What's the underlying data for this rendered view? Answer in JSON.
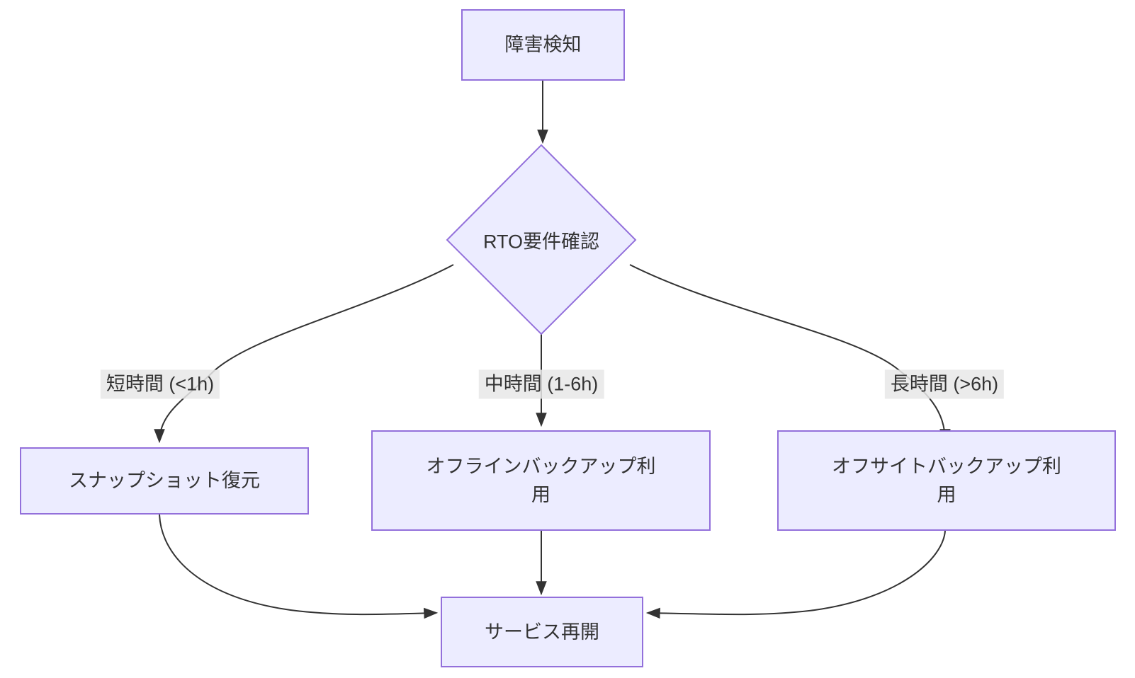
{
  "diagram": {
    "type": "flowchart",
    "direction": "top-down",
    "theme": {
      "background": "#ffffff",
      "node_fill": "#ECECFF",
      "node_border": "#9370DB",
      "edge_color": "#333333",
      "edge_label_background": "#e8e8e8",
      "text_color": "#333333"
    },
    "nodes": {
      "fault_detection": {
        "shape": "rect",
        "label": "障害検知"
      },
      "rto_check": {
        "shape": "diamond",
        "label": "RTO要件確認"
      },
      "snapshot_restore": {
        "shape": "rect",
        "label": "スナップショット復元"
      },
      "offline_backup": {
        "shape": "rect",
        "label": "オフラインバックアップ利\n用"
      },
      "offsite_backup": {
        "shape": "rect",
        "label": "オフサイトバックアップ利\n用"
      },
      "service_resume": {
        "shape": "rect",
        "label": "サービス再開"
      }
    },
    "edges": [
      {
        "from": "fault_detection",
        "to": "rto_check",
        "label": ""
      },
      {
        "from": "rto_check",
        "to": "snapshot_restore",
        "label": "短時間 (<1h)"
      },
      {
        "from": "rto_check",
        "to": "offline_backup",
        "label": "中時間 (1-6h)"
      },
      {
        "from": "rto_check",
        "to": "offsite_backup",
        "label": "長時間 (>6h)"
      },
      {
        "from": "snapshot_restore",
        "to": "service_resume",
        "label": ""
      },
      {
        "from": "offline_backup",
        "to": "service_resume",
        "label": ""
      },
      {
        "from": "offsite_backup",
        "to": "service_resume",
        "label": ""
      }
    ],
    "edge_labels": {
      "short": "短時間 (<1h)",
      "medium": "中時間 (1-6h)",
      "long": "長時間 (>6h)"
    }
  }
}
